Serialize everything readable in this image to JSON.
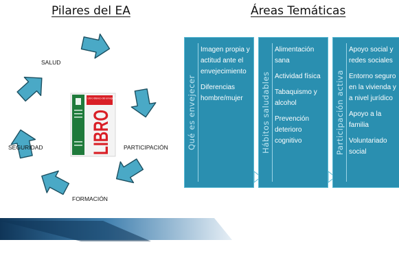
{
  "left_title": "Pilares del EA",
  "right_title": "Áreas Temáticas",
  "pillars": {
    "salud": "SALUD",
    "participacion": "PARTICIPACIÓN",
    "formacion": "FORMACIÓN",
    "seguridad": "SEGURIDAD"
  },
  "book_cover": {
    "big_text": "LIBRO",
    "subtitle": "Libro Blanco del envejecimiento activo"
  },
  "areas": [
    {
      "label": "Qué es envejecer",
      "items": [
        "Imagen propia y actitud ante el envejecimiento",
        "Diferencias hombre/mujer"
      ]
    },
    {
      "label": "Hábitos saludables",
      "items": [
        "Alimentación sana",
        "Actividad física",
        "Tabaquismo y alcohol",
        "Prevención deterioro cognitivo"
      ]
    },
    {
      "label": "Participación activa",
      "items": [
        "Apoyo social y redes sociales",
        "Entorno seguro en la vivienda y a nivel jurídico",
        "Apoyo a la familia",
        "Voluntariado social"
      ]
    }
  ],
  "colors": {
    "arrow_fill": "#4aa9c6",
    "arrow_stroke": "#1c4f60",
    "panel_fill": "#2a8fb0",
    "panel_border": "#5bbad4",
    "ribbon_dark": "#1a4a73",
    "book_green": "#1f7a3b",
    "book_red": "#d91f26"
  }
}
